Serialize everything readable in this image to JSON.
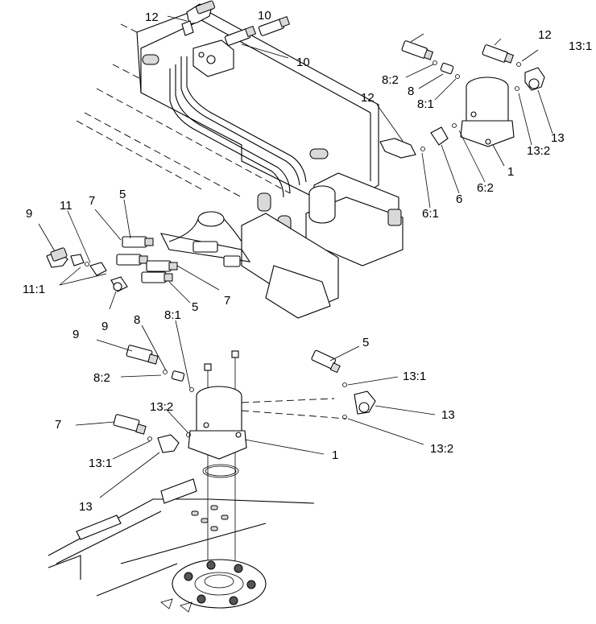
{
  "callouts": [
    {
      "id": "c-12-top",
      "text": "12"
    },
    {
      "id": "c-10-top",
      "text": "10"
    },
    {
      "id": "c-10-right",
      "text": "10"
    },
    {
      "id": "c-12-right",
      "text": "12"
    },
    {
      "id": "c-13-1-right",
      "text": "13:1"
    },
    {
      "id": "c-8-2-top",
      "text": "8:2"
    },
    {
      "id": "c-8-top",
      "text": "8"
    },
    {
      "id": "c-8-1-top",
      "text": "8:1"
    },
    {
      "id": "c-12-mid",
      "text": "12"
    },
    {
      "id": "c-13-right",
      "text": "13"
    },
    {
      "id": "c-13-2-right",
      "text": "13:2"
    },
    {
      "id": "c-1-top",
      "text": "1"
    },
    {
      "id": "c-6-2",
      "text": "6:2"
    },
    {
      "id": "c-6",
      "text": "6"
    },
    {
      "id": "c-6-1",
      "text": "6:1"
    },
    {
      "id": "c-9-left",
      "text": "9"
    },
    {
      "id": "c-11",
      "text": "11"
    },
    {
      "id": "c-7-left",
      "text": "7"
    },
    {
      "id": "c-5-left",
      "text": "5"
    },
    {
      "id": "c-11-1",
      "text": "11:1"
    },
    {
      "id": "c-9-lower",
      "text": "9"
    },
    {
      "id": "c-5-mid",
      "text": "5"
    },
    {
      "id": "c-7-mid",
      "text": "7"
    },
    {
      "id": "c-8-bottom",
      "text": "8"
    },
    {
      "id": "c-8-1-bottom",
      "text": "8:1"
    },
    {
      "id": "c-9-bottom",
      "text": "9"
    },
    {
      "id": "c-8-2-bottom",
      "text": "8:2"
    },
    {
      "id": "c-5-bottom",
      "text": "5"
    },
    {
      "id": "c-13-1-bottom-right",
      "text": "13:1"
    },
    {
      "id": "c-13-2-bottom",
      "text": "13:2"
    },
    {
      "id": "c-7-bottom",
      "text": "7"
    },
    {
      "id": "c-13-bottom-right",
      "text": "13"
    },
    {
      "id": "c-1-bottom",
      "text": "1"
    },
    {
      "id": "c-13-1-bottom-left",
      "text": "13:1"
    },
    {
      "id": "c-13-2-bottom-right",
      "text": "13:2"
    },
    {
      "id": "c-13-bottom-left",
      "text": "13"
    }
  ]
}
